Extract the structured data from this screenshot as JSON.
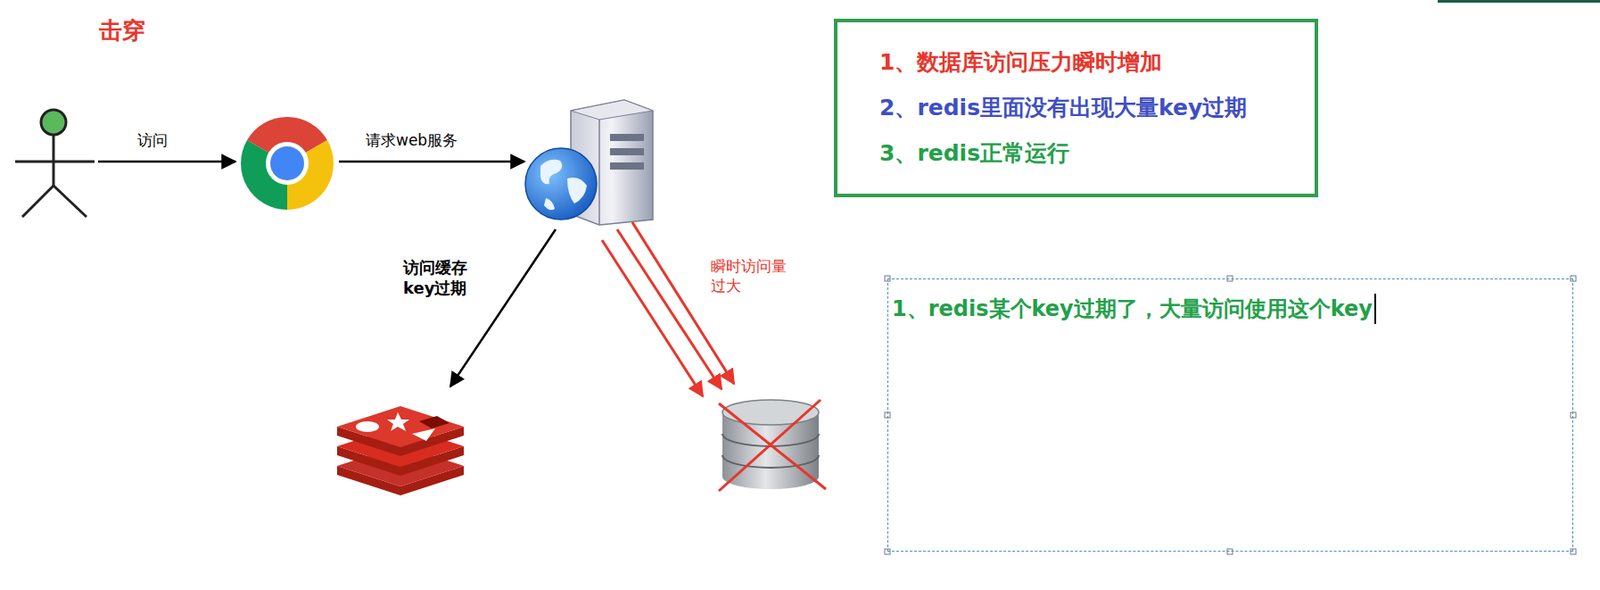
{
  "diagram": {
    "title": "击穿",
    "nodes": [
      {
        "text": [
          "1、数据库访问压力瞬时增加",
          "2、redis里面没有出现大量key过期",
          "3、redis正常运行"
        ]
      },
      {
        "text": [
          "1、redis某个key过期了，大量访问使用这个key"
        ]
      }
    ],
    "labels": [
      "访问",
      "请求web服务",
      "访问缓存 key过期",
      "瞬时访问量 过大"
    ]
  }
}
